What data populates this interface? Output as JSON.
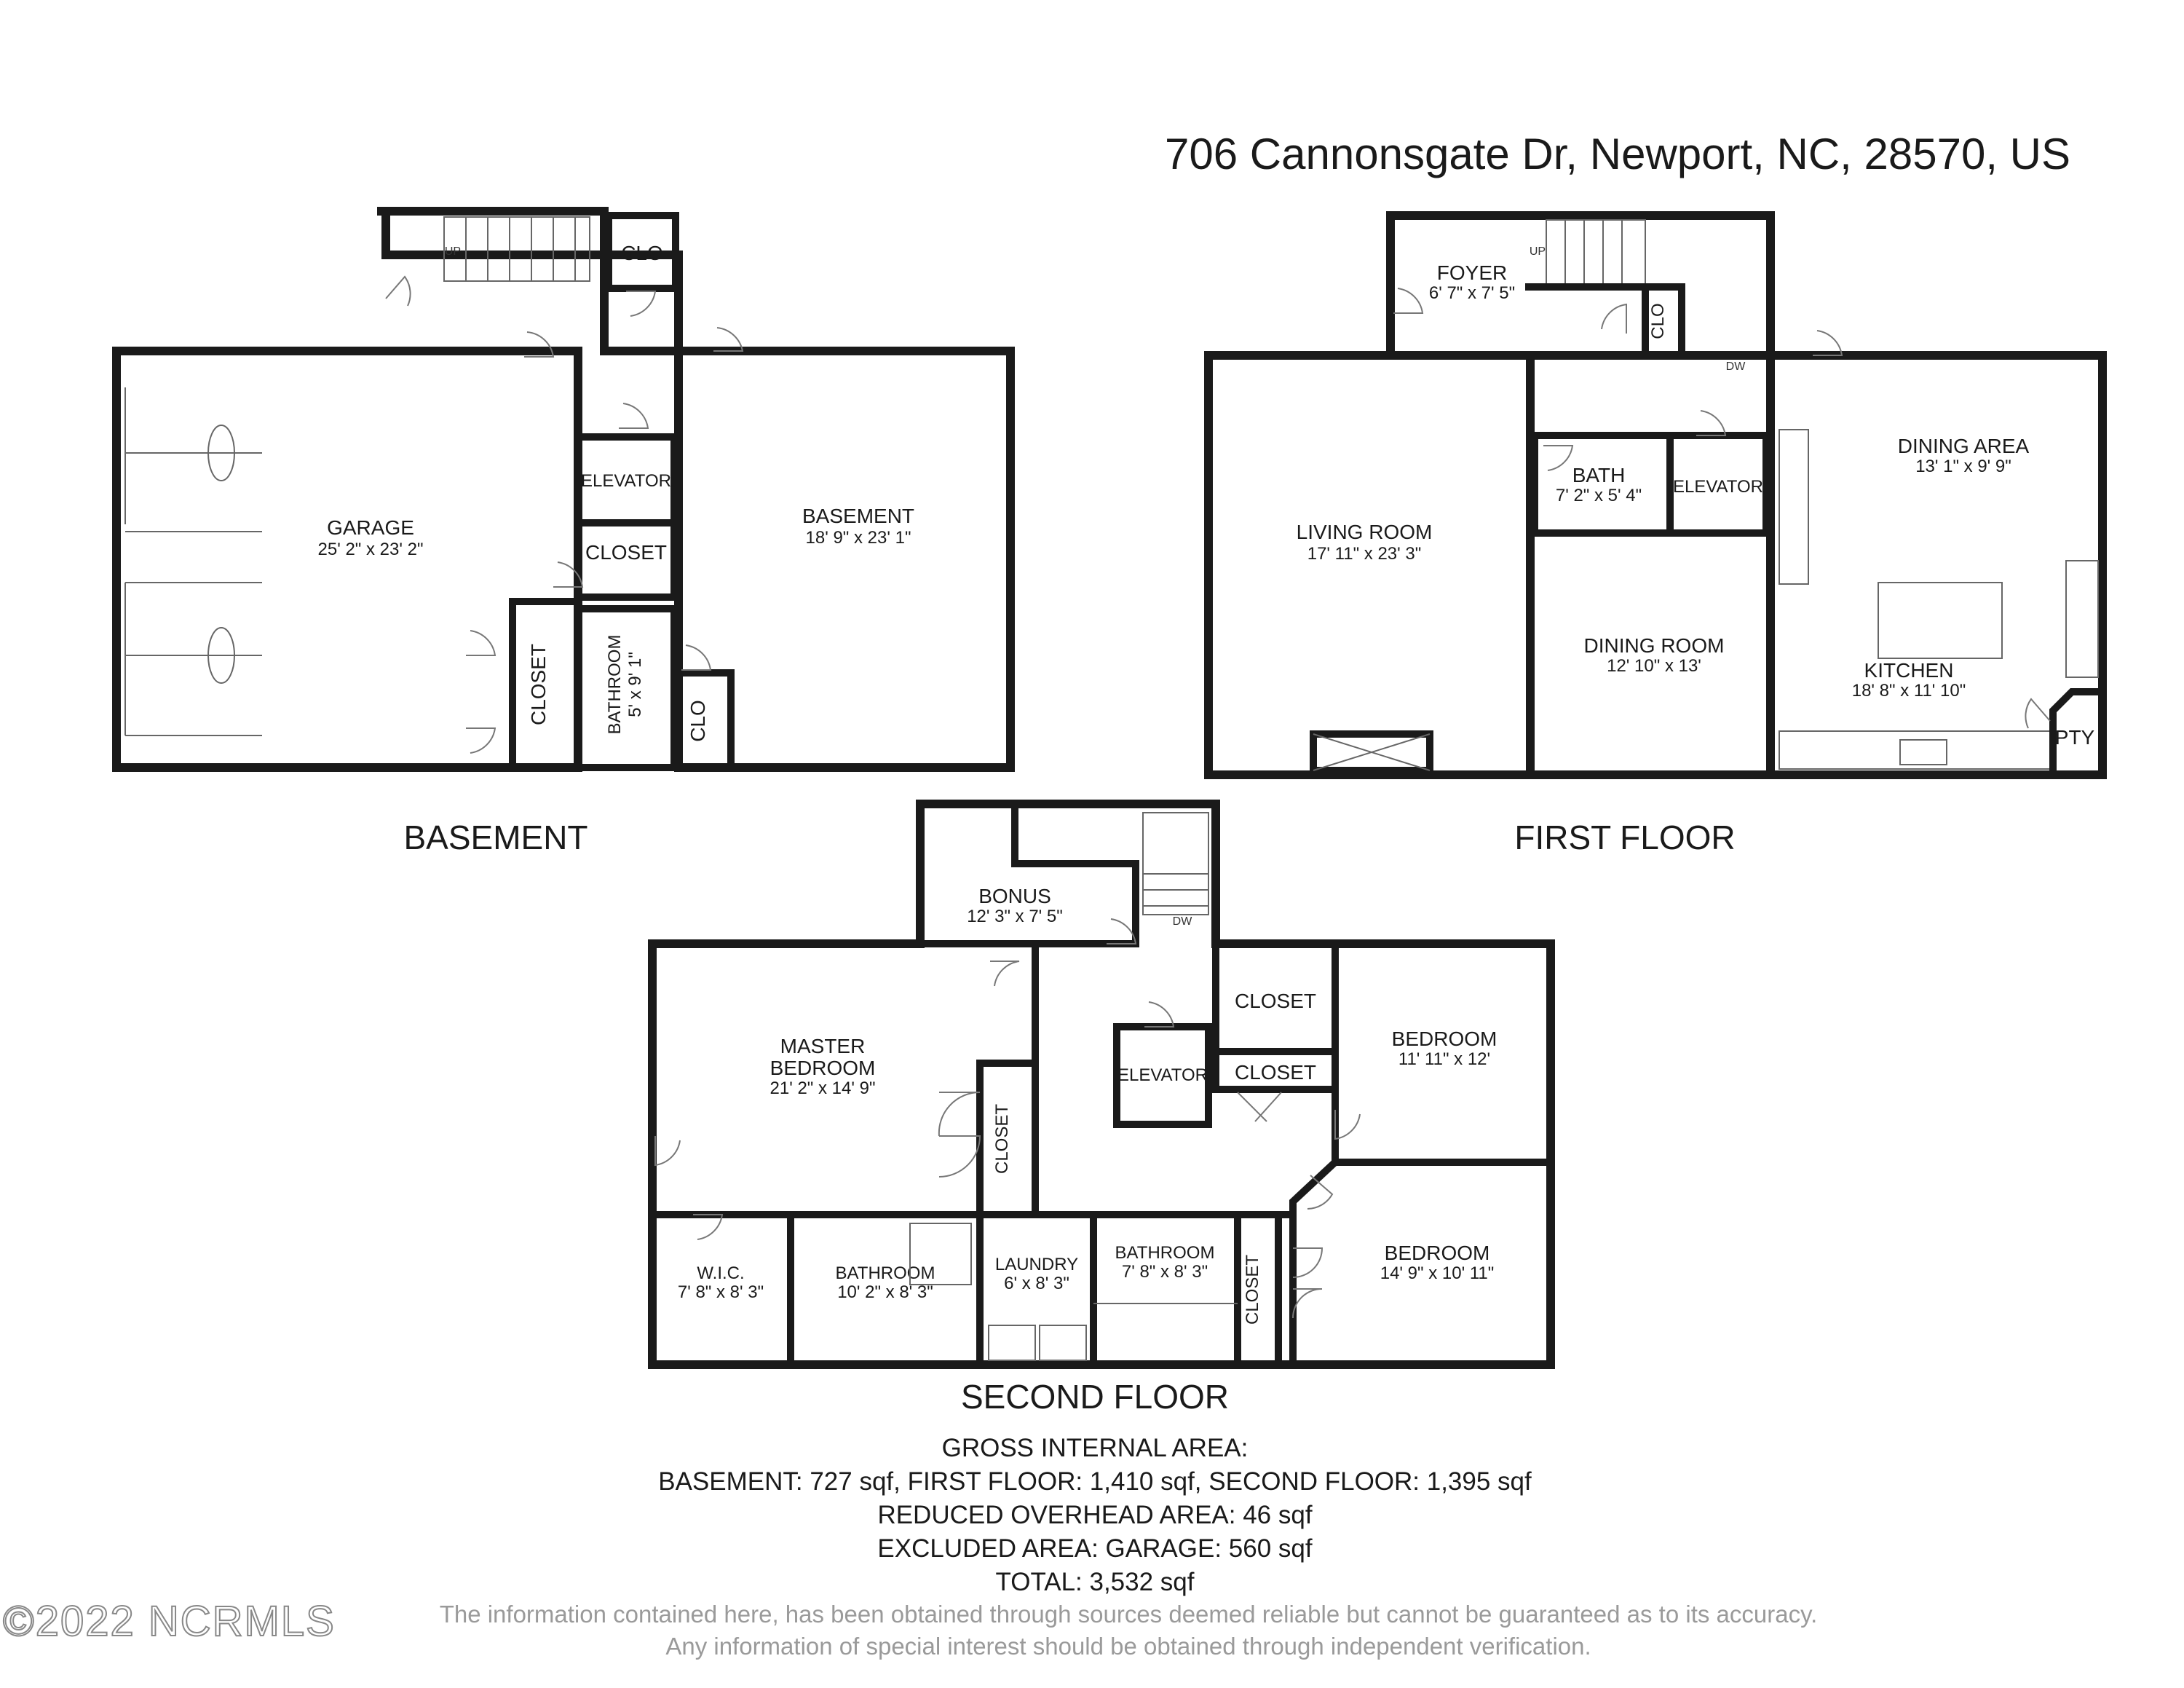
{
  "address": "706 Cannonsgate Dr, Newport, NC, 28570, US",
  "floors": {
    "basement": {
      "name": "BASEMENT",
      "rooms": {
        "garage": {
          "name": "GARAGE",
          "dim": "25' 2\" x 23' 2\""
        },
        "basement": {
          "name": "BASEMENT",
          "dim": "18' 9\" x 23' 1\""
        },
        "clo_top": "CLO",
        "elevator": "ELEVATOR",
        "closet": "CLOSET",
        "closet_v": "CLOSET",
        "bathroom": {
          "name": "BATHROOM",
          "dim": "5' x 9' 1\""
        },
        "clo_bottom": "CLO",
        "up": "UP"
      }
    },
    "first": {
      "name": "FIRST FLOOR",
      "rooms": {
        "foyer": {
          "name": "FOYER",
          "dim": "6' 7\" x 7' 5\""
        },
        "clo": "CLO",
        "living": {
          "name": "LIVING ROOM",
          "dim": "17' 11\" x 23' 3\""
        },
        "bath": {
          "name": "BATH",
          "dim": "7' 2\" x 5' 4\""
        },
        "elevator": "ELEVATOR",
        "dining_area": {
          "name": "DINING AREA",
          "dim": "13' 1\" x 9' 9\""
        },
        "dining_room": {
          "name": "DINING ROOM",
          "dim": "12' 10\" x 13'"
        },
        "kitchen": {
          "name": "KITCHEN",
          "dim": "18' 8\" x 11' 10\""
        },
        "pty": "PTY",
        "up": "UP",
        "dw": "DW"
      }
    },
    "second": {
      "name": "SECOND FLOOR",
      "rooms": {
        "bonus": {
          "name": "BONUS",
          "dim": "12' 3\" x 7' 5\""
        },
        "master": {
          "name1": "MASTER",
          "name2": "BEDROOM",
          "dim": "21' 2\" x 14' 9\""
        },
        "closet_master": "CLOSET",
        "elevator": "ELEVATOR",
        "closet_top": "CLOSET",
        "closet_mid": "CLOSET",
        "bedroom1": {
          "name": "BEDROOM",
          "dim": "11' 11\" x 12'"
        },
        "bedroom2": {
          "name": "BEDROOM",
          "dim": "14' 9\" x 10' 11\""
        },
        "wic": {
          "name": "W.I.C.",
          "dim": "7' 8\" x 8' 3\""
        },
        "bathroom1": {
          "name": "BATHROOM",
          "dim": "10' 2\" x 8' 3\""
        },
        "laundry": {
          "name": "LAUNDRY",
          "dim": "6' x 8' 3\""
        },
        "bathroom2": {
          "name": "BATHROOM",
          "dim": "7' 8\" x 8' 3\""
        },
        "closet_bed2": "CLOSET",
        "dw": "DW"
      }
    }
  },
  "area_summary": {
    "heading": "GROSS INTERNAL AREA:",
    "line1": "BASEMENT: 727 sqf, FIRST FLOOR: 1,410 sqf, SECOND FLOOR: 1,395 sqf",
    "line2": "REDUCED OVERHEAD AREA: 46 sqf",
    "line3": "EXCLUDED AREA: GARAGE: 560 sqf",
    "line4": "TOTAL: 3,532 sqf"
  },
  "disclaimer": {
    "line1": "The information contained here, has been obtained through sources deemed reliable but cannot be guaranteed as to its accuracy.",
    "line2": "Any information of special interest should be obtained through independent verification."
  },
  "watermark": "©2022 NCRMLS"
}
